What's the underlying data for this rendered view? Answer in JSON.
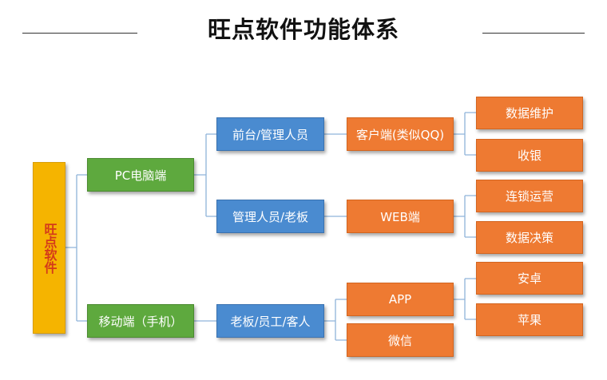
{
  "title": "旺点软件功能体系",
  "nodes": {
    "root": "旺点软件",
    "pc": "PC电脑端",
    "mobile": "移动端（手机）",
    "front_desk": "前台/管理人员",
    "managers": "管理人员/老板",
    "mobile_users": "老板/员工/客人",
    "client": "客户端(类似QQ)",
    "web": "WEB端",
    "app": "APP",
    "wechat": "微信",
    "data_maintenance": "数据维护",
    "cashier": "收银",
    "chain_ops": "连锁运营",
    "data_decision": "数据决策",
    "android": "安卓",
    "apple": "苹果"
  },
  "colors": {
    "root": "#f5b400",
    "root_text": "#d43a1a",
    "level1": "#5ea93e",
    "level2": "#4a8bd0",
    "level3": "#ee7a32",
    "level4": "#ee7a32"
  }
}
